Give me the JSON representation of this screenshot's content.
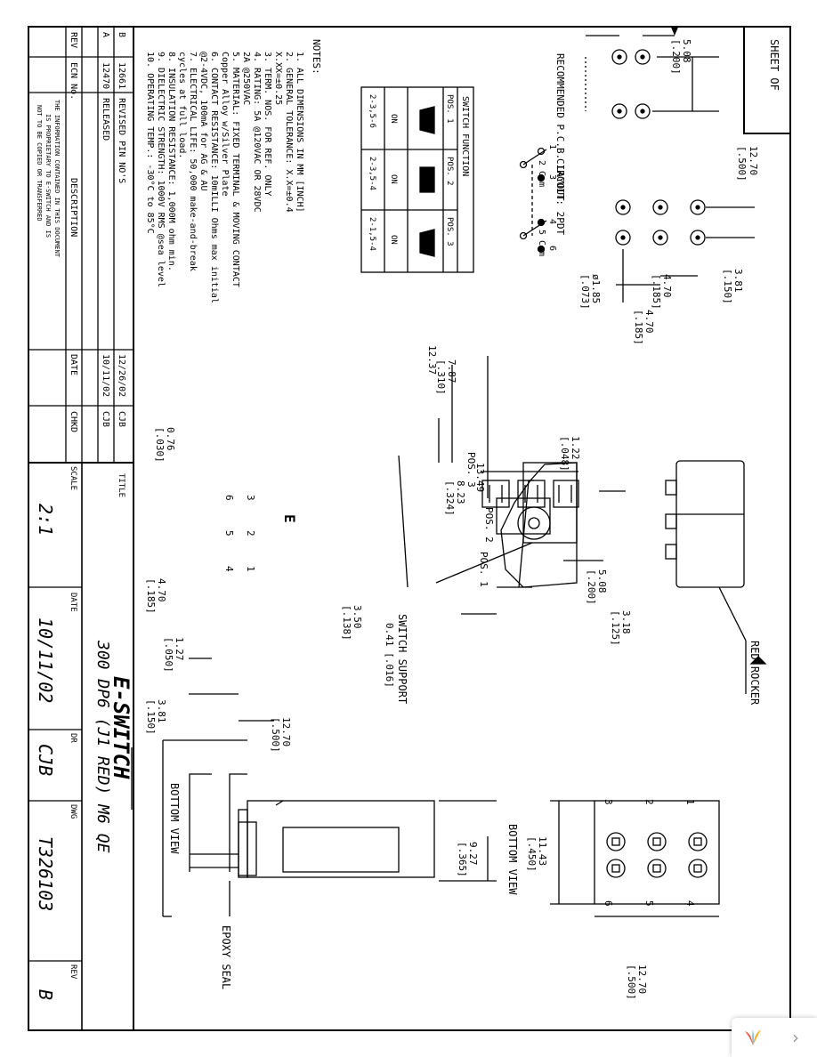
{
  "sheet_label": "SHEET   OF",
  "pcb": {
    "title": "RECOMMENDED P.C.B. LAYOUT",
    "dim_508": "5.08",
    "dim_200": "[.200]",
    "dim_1270": "12.70",
    "dim_500": "[.500]",
    "dim_381": "3.81",
    "dim_150": "[.150]",
    "dim_470a": "4.70",
    "dim_185a": "[.185]",
    "dim_470b": "4.70",
    "dim_185b": "[.185]",
    "dim_185dia": "ø1.85",
    "dim_073": "[.073]"
  },
  "circuit": {
    "title": "CIRCUIT:  2PDT",
    "t1": "1",
    "t2": "2 Com",
    "t3": "3",
    "t4": "4",
    "t5": "5 Com",
    "t6": "6"
  },
  "switch_function": {
    "title": "SWITCH FUNCTION",
    "headers": [
      "POS. 1",
      "POS. 2",
      "POS. 3"
    ],
    "states": [
      "ON",
      "ON",
      "ON"
    ],
    "connections": [
      "2-3,5-6",
      "2-3,5-4",
      "2-1,5-4"
    ]
  },
  "notes": {
    "heading": "NOTES:",
    "lines": [
      "1.  ALL DIMENSIONS IN MM [INCH]",
      "2.  GENERAL TOLERANCE: X.X=±0.4",
      "                    X.XX=±0.25",
      "3.  TERM. NOS. FOR REF. ONLY",
      "4.  RATING: 5A @120VAC OR 28VDC",
      "           2A @250VAC",
      "5.  MATERIAL: FIXED TERMINAL & MOVING CONTACT",
      "            Copper Alloy w/Silver Plate",
      "6.  CONTACT RESISTANCE: 10mILLI Ohms max initial",
      "       @2-4VDC, 100mA for AG & AU",
      "7.  ELECTRICAL LIFE: 50,000 make-and-break",
      "                 cycles at full load.",
      "8.  INSULATION RESISTANCE: 1,000M ohm min.",
      "9.  DIELECTRIC STRENGTH: 1000V RMS @sea level",
      "10. OPERATING TEMP.: -30°C to 85°C"
    ]
  },
  "revisions": {
    "rows": [
      {
        "rev": "B",
        "ecn": "12661",
        "desc": "REVISED PIN NO'S",
        "date": "12/26/02",
        "chkd": "CJB"
      },
      {
        "rev": "A",
        "ecn": "12470",
        "desc": "RELEASED",
        "date": "10/11/02",
        "chkd": "CJB"
      }
    ],
    "header": {
      "rev": "REV",
      "ecn": "ECN No.",
      "desc": "DESCRIPTION",
      "date": "DATE",
      "chkd": "CHKD"
    },
    "proprietary": [
      "THE INFORMATION CONTAINED IN THIS DOCUMENT",
      "IS PROPRIETARY TO E-SWITCH AND IS",
      "NOT TO BE COPIED OR TRANSFERRED"
    ]
  },
  "side_view": {
    "dim_1237": "12.37",
    "dim_787": "7.87",
    "dim_310": "[.310]",
    "dim_1349": "13.49",
    "dim_pos3": "POS. 3",
    "dim_823": "8.23",
    "dim_324": "[.324]",
    "dim_pos2": "POS. 2",
    "dim_pos1": "POS. 1",
    "dim_076": "0.76",
    "dim_030": "[.030]",
    "dim_350": "3.50",
    "dim_138": "[.138]",
    "dim_470": "4.70",
    "dim_185": "[.185]",
    "pins": [
      "6",
      "3",
      "5",
      "2",
      "4",
      "1"
    ],
    "logo_mark": "E"
  },
  "rocker_view": {
    "dim_122": "1.22",
    "dim_048": "[.048]",
    "dim_508": "5.08",
    "dim_200": "[.200]",
    "dim_318": "3.18",
    "dim_125": "[.125]",
    "red_rocker": "RED ROCKER"
  },
  "right_view": {
    "switch_support": "SWITCH SUPPORT",
    "switch_support_dim": "0.41 [.016]",
    "dim_127": "1.27",
    "dim_050": "[.050]",
    "dim_381": "3.81",
    "dim_150": "[.150]",
    "dim_1270": "12.70",
    "dim_500": "[.500]",
    "dim_927": "9.27",
    "dim_365": "[.365]",
    "bottom_view_label": "BOTTOM VIEW",
    "epoxy_seal": "EPOXY SEAL"
  },
  "bottom_view": {
    "title": "BOTTOM VIEW",
    "dim_1143": "11.43",
    "dim_450": "[.450]",
    "dim_1270": "12.70",
    "dim_500": "[.500]",
    "pins_top": [
      "3",
      "2",
      "1"
    ],
    "pins_bottom": [
      "6",
      "5",
      "4"
    ]
  },
  "title_block": {
    "title_label": "TITLE",
    "title": "300 DP6 (J1 RED) M6 QE",
    "brand": "E-SWITCH",
    "scale_label": "SCALE",
    "scale": "2:1",
    "date_label": "DATE",
    "date": "10/11/02",
    "dr_label": "DR",
    "dr": "CJB",
    "dwg_label": "DWG",
    "dwg": "T326103",
    "rev_label": "REV",
    "rev": "B"
  },
  "viewer": {
    "next_label": "›"
  }
}
